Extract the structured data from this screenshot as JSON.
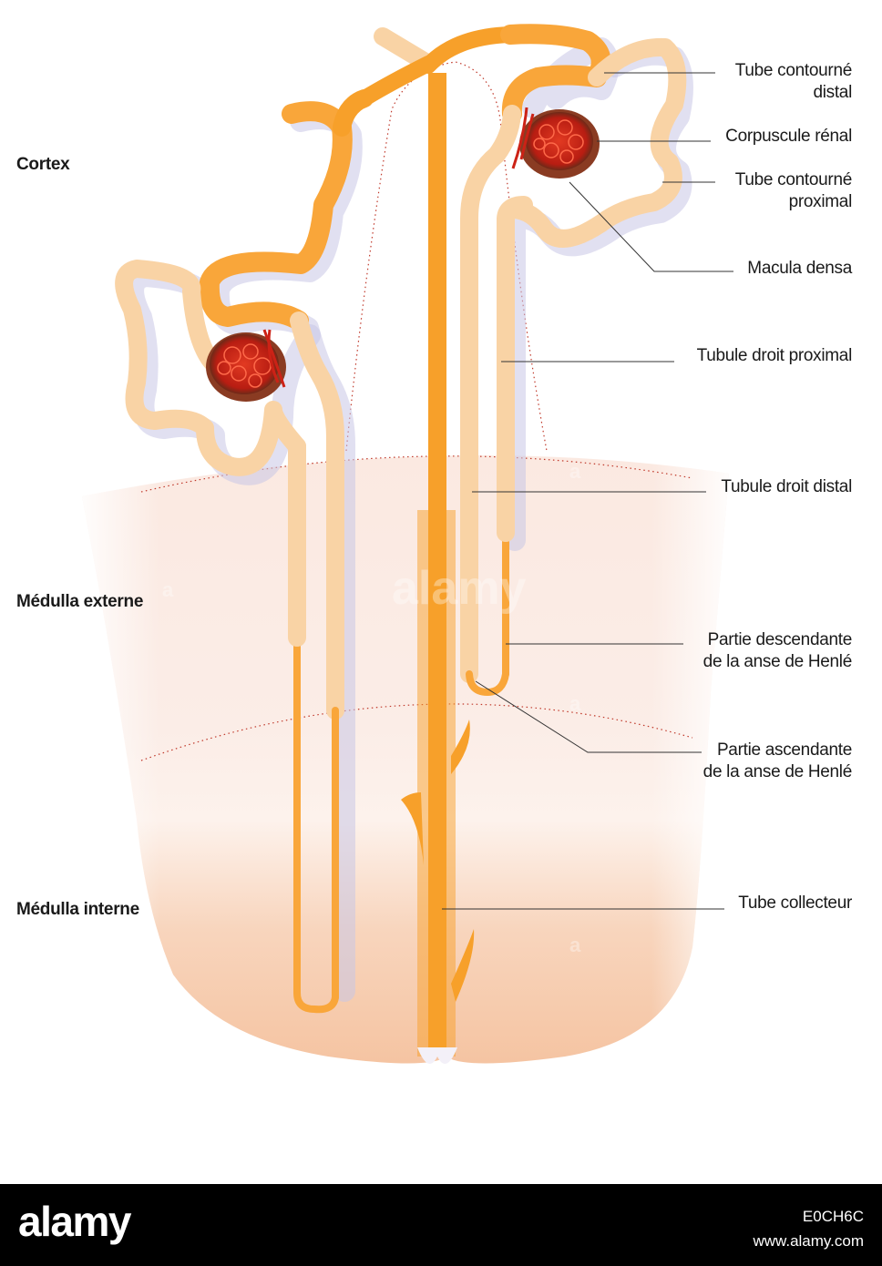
{
  "zones": {
    "cortex": "Cortex",
    "outer_medulla": "Médulla externe",
    "inner_medulla": "Médulla interne"
  },
  "callouts": {
    "distal_convoluted": [
      "Tube contourné",
      "distal"
    ],
    "renal_corpuscle": [
      "Corpuscule rénal"
    ],
    "proximal_convoluted": [
      "Tube contourné",
      "proximal"
    ],
    "macula_densa": [
      "Macula densa"
    ],
    "proximal_straight": [
      "Tubule droit proximal"
    ],
    "distal_straight": [
      "Tubule droit distal"
    ],
    "descending_limb": [
      "Partie descendante",
      "de la anse de Henlé"
    ],
    "ascending_limb": [
      "Partie ascendante",
      "de la anse de Henlé"
    ],
    "collecting_duct": [
      "Tube collecteur"
    ]
  },
  "watermark": {
    "center": "alamy",
    "small": "a"
  },
  "footer": {
    "brand": "alamy",
    "image_id": "E0CH6C",
    "site": "www.alamy.com"
  },
  "colors": {
    "tubule_pale": "#f9d3a5",
    "tubule_orange": "#f9a63a",
    "collecting_duct": "#f7a02a",
    "medulla_outer": "#fbeae2",
    "medulla_inner": "#f6c9a8",
    "glomerulus": "#cc2216"
  }
}
